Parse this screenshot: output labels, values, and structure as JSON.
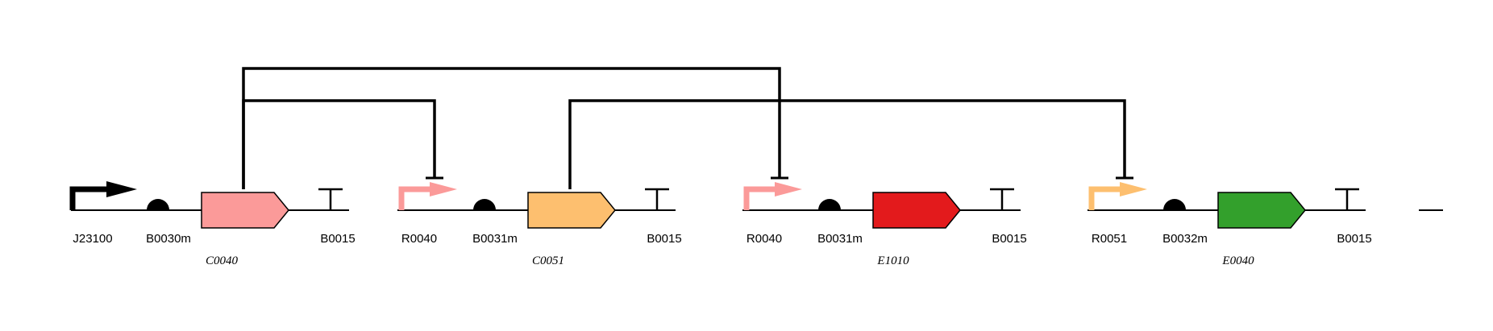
{
  "modules": [
    {
      "parts": [
        {
          "type": "promoter",
          "label": "J23100",
          "color": "#000000"
        },
        {
          "type": "rbs",
          "label": "B0030m"
        },
        {
          "type": "cds",
          "label": "C0040",
          "color": "#fb9a99"
        },
        {
          "type": "terminator",
          "label": "B0015"
        }
      ]
    },
    {
      "parts": [
        {
          "type": "promoter",
          "label": "R0040",
          "color": "#fb9a99"
        },
        {
          "type": "rbs",
          "label": "B0031m"
        },
        {
          "type": "cds",
          "label": "C0051",
          "color": "#fdbf6f"
        },
        {
          "type": "terminator",
          "label": "B0015"
        }
      ]
    },
    {
      "parts": [
        {
          "type": "promoter",
          "label": "R0040",
          "color": "#fb9a99"
        },
        {
          "type": "rbs",
          "label": "B0031m"
        },
        {
          "type": "cds",
          "label": "E1010",
          "color": "#e31a1c"
        },
        {
          "type": "terminator",
          "label": "B0015"
        }
      ]
    },
    {
      "parts": [
        {
          "type": "promoter",
          "label": "R0051",
          "color": "#fdbf6f"
        },
        {
          "type": "rbs",
          "label": "B0032m"
        },
        {
          "type": "cds",
          "label": "E0040",
          "color": "#33a02c"
        },
        {
          "type": "terminator",
          "label": "B0015"
        }
      ]
    }
  ],
  "regulation": [
    {
      "from": "C0040",
      "to_module": 1,
      "type": "repression"
    },
    {
      "from": "C0040",
      "to_module": 2,
      "type": "repression"
    },
    {
      "from": "C0051",
      "to_module": 3,
      "type": "repression"
    }
  ]
}
